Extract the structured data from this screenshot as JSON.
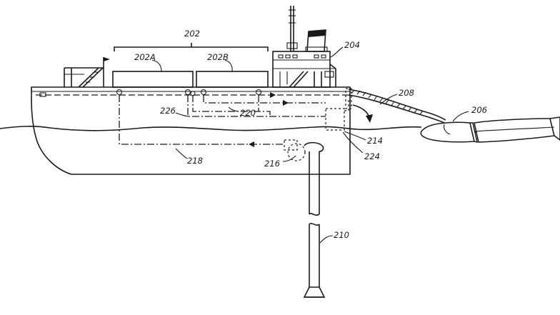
{
  "labels": {
    "l202": "202",
    "l202A": "202A",
    "l202B": "202B",
    "l204": "204",
    "l206": "206",
    "l208": "208",
    "l210": "210",
    "l214": "214",
    "l216": "216",
    "l218": "218",
    "l220": "220",
    "l224": "224",
    "l226": "226"
  }
}
